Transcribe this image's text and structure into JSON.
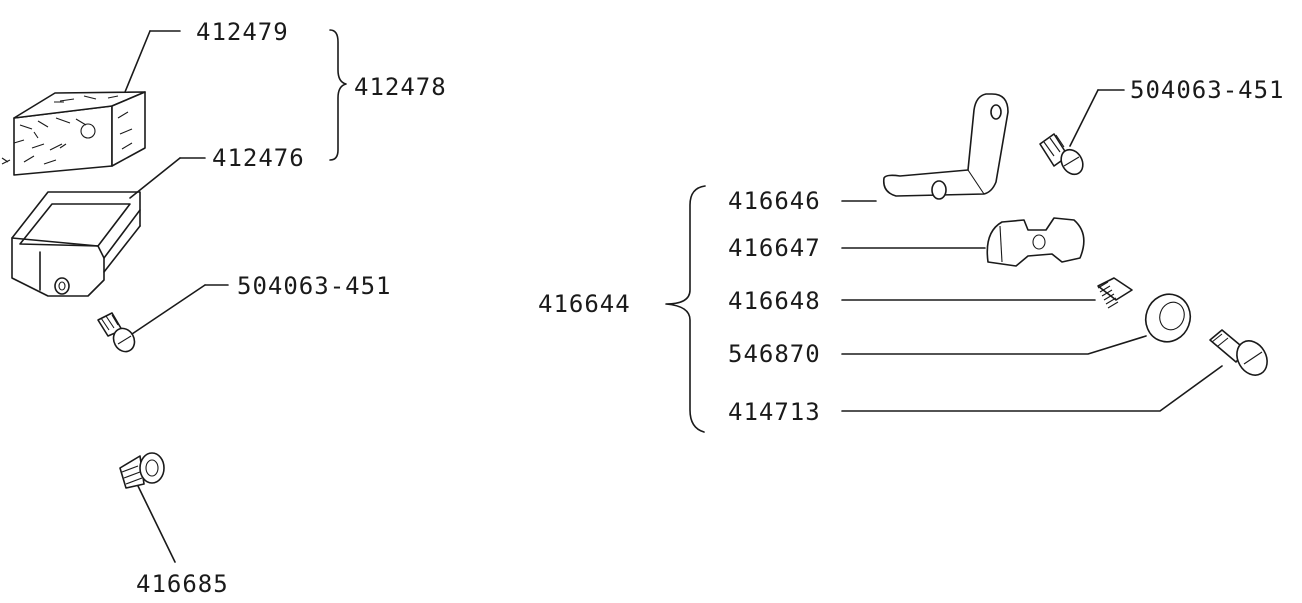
{
  "labels": {
    "filter_pad": "412479",
    "pad_assembly": "412478",
    "pad_holder": "412476",
    "screw_left": "504063-451",
    "screw_bottom": "416685",
    "bracket_assembly": "416644",
    "bracket": "416646",
    "clamp": "416647",
    "spring": "416648",
    "washer": "546870",
    "shoulder_screw": "414713",
    "screw_right": "504063-451"
  }
}
